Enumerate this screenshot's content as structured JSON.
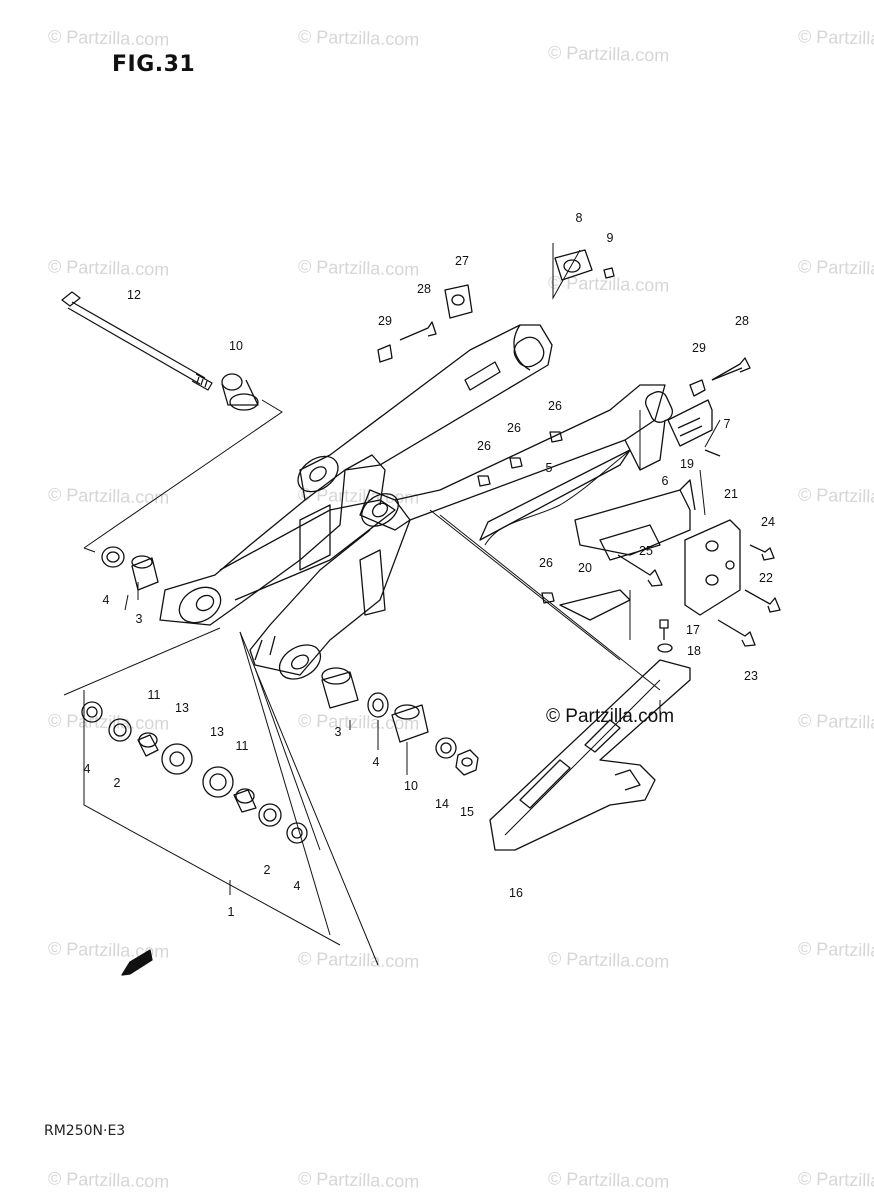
{
  "figure": {
    "title": "FIG.31",
    "model_code": "RM250N·E3"
  },
  "watermark": {
    "text": "© Partzilla.com"
  },
  "copyright": {
    "text": "© Partzilla.com"
  },
  "fwd_label": "FWD",
  "callouts": [
    {
      "n": "1"
    },
    {
      "n": "2"
    },
    {
      "n": "2"
    },
    {
      "n": "3"
    },
    {
      "n": "3"
    },
    {
      "n": "4"
    },
    {
      "n": "4"
    },
    {
      "n": "4"
    },
    {
      "n": "4"
    },
    {
      "n": "5"
    },
    {
      "n": "6"
    },
    {
      "n": "7"
    },
    {
      "n": "8"
    },
    {
      "n": "9"
    },
    {
      "n": "10"
    },
    {
      "n": "10"
    },
    {
      "n": "11"
    },
    {
      "n": "11"
    },
    {
      "n": "12"
    },
    {
      "n": "13"
    },
    {
      "n": "13"
    },
    {
      "n": "14"
    },
    {
      "n": "15"
    },
    {
      "n": "16"
    },
    {
      "n": "17"
    },
    {
      "n": "18"
    },
    {
      "n": "19"
    },
    {
      "n": "20"
    },
    {
      "n": "21"
    },
    {
      "n": "22"
    },
    {
      "n": "23"
    },
    {
      "n": "24"
    },
    {
      "n": "25"
    },
    {
      "n": "26"
    },
    {
      "n": "26"
    },
    {
      "n": "26"
    },
    {
      "n": "26"
    },
    {
      "n": "27"
    },
    {
      "n": "28"
    },
    {
      "n": "28"
    },
    {
      "n": "29"
    },
    {
      "n": "29"
    }
  ]
}
